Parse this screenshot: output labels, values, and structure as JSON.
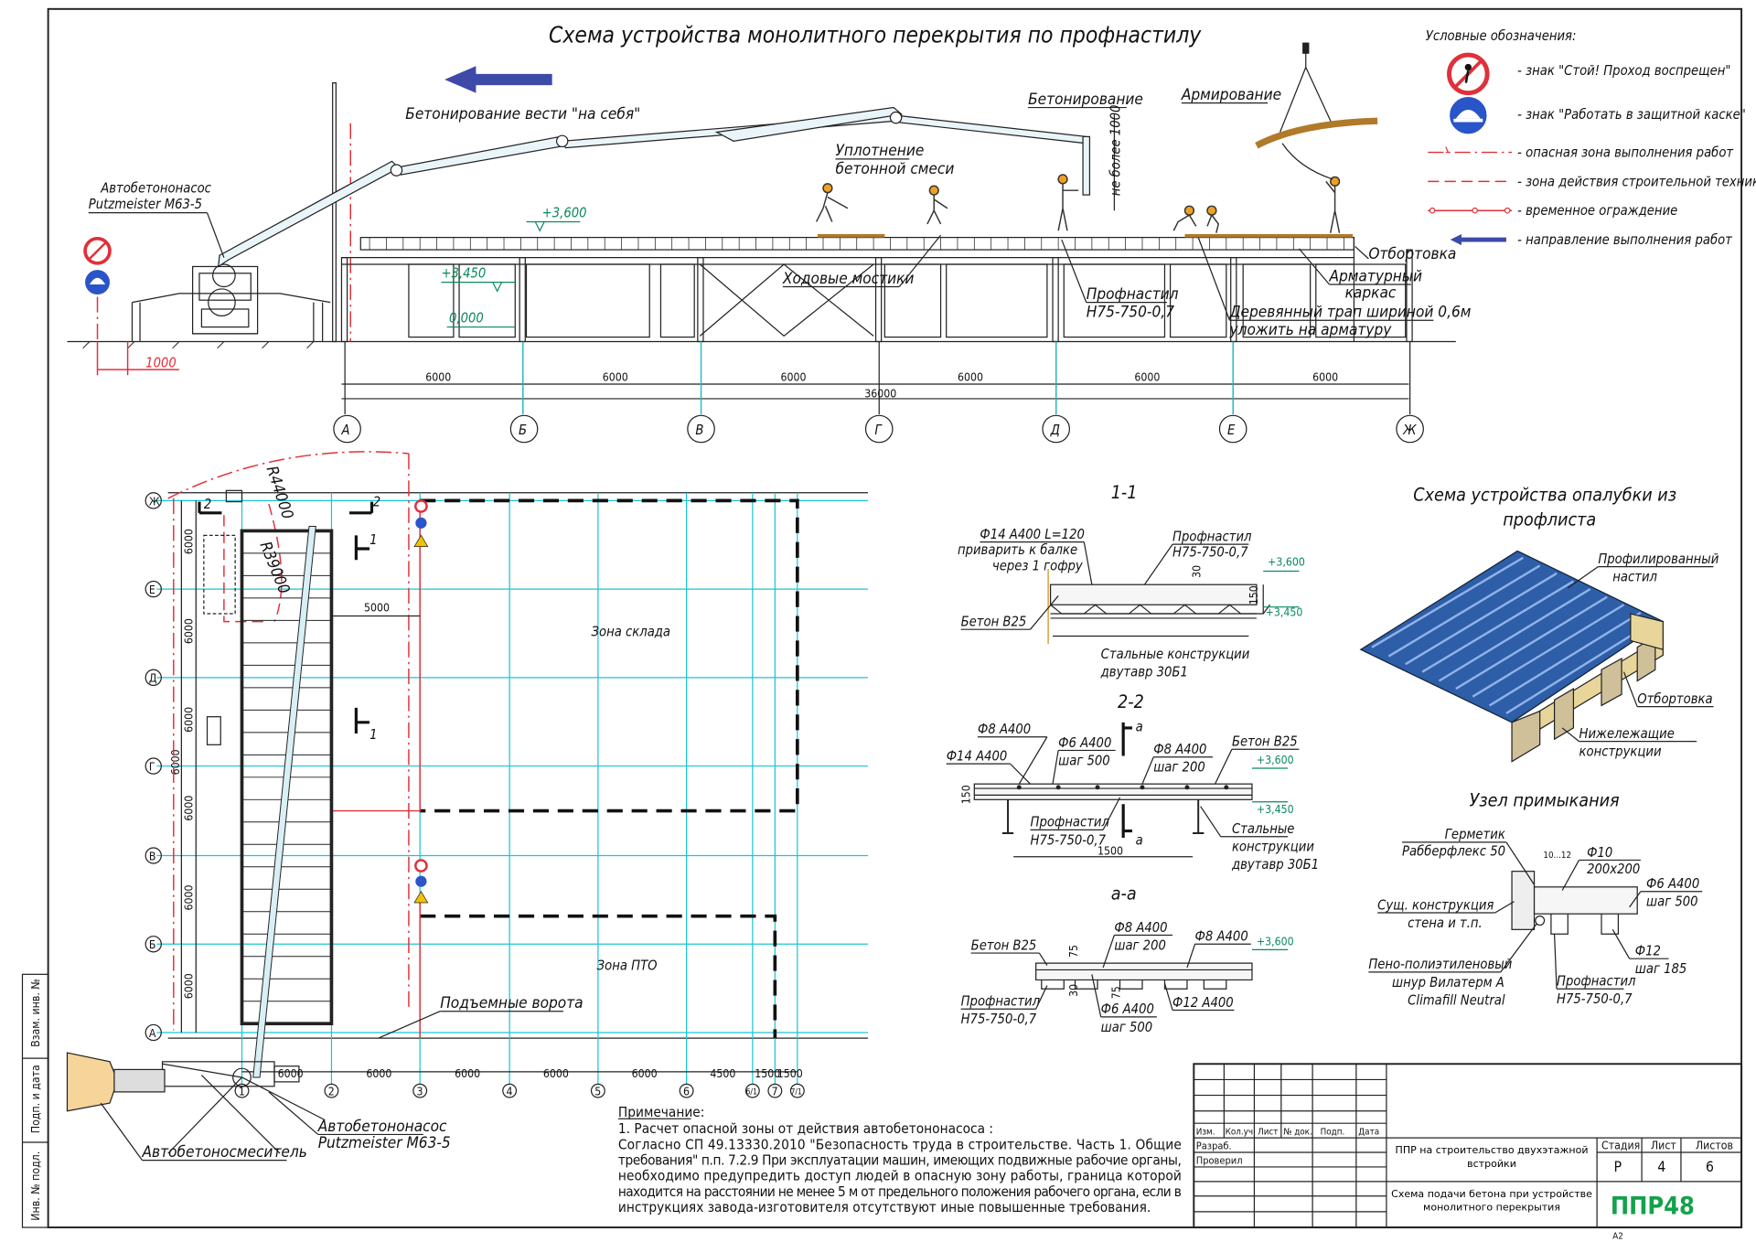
{
  "main_title": "Схема устройства монолитного перекрытия по профнастилу",
  "legend": {
    "title": "Условные обозначения:",
    "items": [
      "- знак \"Стой! Проход воспрещен\"",
      "- знак \"Работать в защитной каске\"",
      "- опасная зона выполнения работ",
      "- зона действия строительной техники",
      "- временное ограждение",
      "- направление выполнения работ"
    ]
  },
  "elevation": {
    "pump_label": [
      "Автобетононасос",
      "Putzmeister M63-5"
    ],
    "direction_note": "Бетонирование вести \"на себя\"",
    "compaction_label": [
      "Уплотнение",
      "бетонной смеси"
    ],
    "concreting_label": "Бетонирование",
    "reinforcing_label": "Армирование",
    "max_height": "не более 1000",
    "walkways": "Ходовые мостики",
    "deck": [
      "Профнастил",
      "Н75-750-0,7"
    ],
    "ramp": [
      "Деревянный трап шириной 0,6м",
      "уложить на арматуру"
    ],
    "cage": [
      "Арматурный",
      "каркас"
    ],
    "edge": "Отбортовка",
    "levels": [
      "+3,600",
      "+3,450",
      "0,000"
    ],
    "offset": "1000",
    "spans": [
      "6000",
      "6000",
      "6000",
      "6000",
      "6000",
      "6000"
    ],
    "total": "36000",
    "axes": [
      "А",
      "Б",
      "В",
      "Г",
      "Д",
      "Е",
      "Ж"
    ]
  },
  "plan": {
    "radius1": "R44000",
    "radius2": "R39000",
    "zone_store": "Зона склада",
    "zone_pto": "Зона ПТО",
    "gate": "Подъемные ворота",
    "pump_label": [
      "Автобетононасос",
      "Putzmeister M63-5"
    ],
    "mixer": "Автобетоносмеситель",
    "dim_5000": "5000",
    "row_axes": [
      "Ж",
      "Е",
      "Д",
      "Г",
      "В",
      "Б",
      "А"
    ],
    "row_spans": [
      "6000",
      "6000",
      "6000",
      "6000",
      "6000",
      "6000"
    ],
    "col_axes": [
      "1",
      "2",
      "3",
      "4",
      "5",
      "6",
      "6/1",
      "7",
      "7/1"
    ],
    "col_spans": [
      "6000",
      "6000",
      "6000",
      "6000",
      "6000",
      "4500",
      "1500",
      "1500"
    ],
    "left_dim": "6000",
    "section_marks": [
      "2",
      "2",
      "1",
      "1"
    ]
  },
  "section11": {
    "title": "1-1",
    "anchor": [
      "Ф14 А400 L=120",
      "приварить к балке",
      "через 1 гофру"
    ],
    "deck": [
      "Профнастил",
      "Н75-750-0,7"
    ],
    "concrete": "Бетон В25",
    "steel": [
      "Стальные конструкции",
      "двутавр 30Б1"
    ],
    "levels": [
      "+3,600",
      "+3,450"
    ],
    "dims": [
      "30",
      "150"
    ]
  },
  "section22": {
    "title": "2-2",
    "bar8": "Ф8 А400",
    "bar14": "Ф14 А400",
    "bar6": [
      "Ф6 А400",
      "шаг 500"
    ],
    "bar8b": [
      "Ф8 А400",
      "шаг 200"
    ],
    "concrete": "Бетон В25",
    "deck": [
      "Профнастил",
      "Н75-750-0,7"
    ],
    "steel": [
      "Стальные",
      "конструкции",
      "двутавр 30Б1"
    ],
    "levels": [
      "+3,600",
      "+3,450"
    ],
    "cut": "а",
    "dims": [
      "150",
      "1500"
    ]
  },
  "sectionaa": {
    "title": "а-а",
    "concrete": "Бетон В25",
    "bar8a": [
      "Ф8 А400",
      "шаг 200"
    ],
    "bar8b": "Ф8 А400",
    "deck": [
      "Профнастил",
      "Н75-750-0,7"
    ],
    "bar6": [
      "Ф6 А400",
      "шаг 500"
    ],
    "bar12": "Ф12 А400",
    "level": "+3,600",
    "dims": [
      "75",
      "30",
      "75"
    ]
  },
  "formwork": {
    "title": [
      "Схема устройства опалубки из",
      "профлиста"
    ],
    "deck": [
      "Профилированный",
      "настил"
    ],
    "edge": "Отбортовка",
    "below": [
      "Нижележащие",
      "конструкции"
    ]
  },
  "junction": {
    "title": "Узел примыкания",
    "sealant": [
      "Герметик",
      "Рабберфлекс 50"
    ],
    "wall": [
      "Сущ. конструкция",
      "стена и т.п."
    ],
    "cord": [
      "Пено-полиэтиленовый",
      "шнур Вилатерм А",
      "Climafill Neutral"
    ],
    "bar10": [
      "Ф10",
      "200х200"
    ],
    "bar6": [
      "Ф6 А400",
      "шаг 500"
    ],
    "bar12": [
      "Ф12",
      "шаг 185"
    ],
    "deck": [
      "Профнастил",
      "Н75-750-0,7"
    ],
    "dim": "10...12"
  },
  "notes": {
    "title": "Примечание:",
    "lines": [
      "1. Расчет опасной зоны от действия автобетононасоса :",
      "Согласно СП 49.13330.2010 \"Безопасность труда в строительстве. Часть 1. Общие",
      "требования\" п.п. 7.2.9 При эксплуатации машин, имеющих подвижные рабочие органы,",
      "необходимо предупредить доступ людей в опасную зону работы, граница которой",
      "находится на расстоянии не менее 5 м от предельного положения рабочего органа, если в",
      "инструкциях завода-изготовителя отсутствуют иные повышенные требования."
    ]
  },
  "stamp": {
    "cols": [
      "Изм.",
      "Кол.уч",
      "Лист",
      "№ док.",
      "Подп.",
      "Дата"
    ],
    "rows": [
      "Разраб.",
      "Проверил"
    ],
    "project": "ППР на строительство двухэтажной встройки",
    "sheet_title": "Схема подачи бетона при устройстве монолитного перекрытия",
    "stage_h": "Стадия",
    "sheet_h": "Лист",
    "sheets_h": "Листов",
    "stage": "Р",
    "sheet": "4",
    "sheets": "6",
    "logo": "ППР48",
    "format": "А2"
  },
  "side_stamp": [
    "Взам. инв. №",
    "Подп. и дата",
    "Инв. № подл."
  ],
  "colors": {
    "cyan": "#19c6d4",
    "red": "#e0303a",
    "green": "#0a8a5a",
    "blue_arrow": "#3d4aa8",
    "logo": "#13a24a"
  }
}
